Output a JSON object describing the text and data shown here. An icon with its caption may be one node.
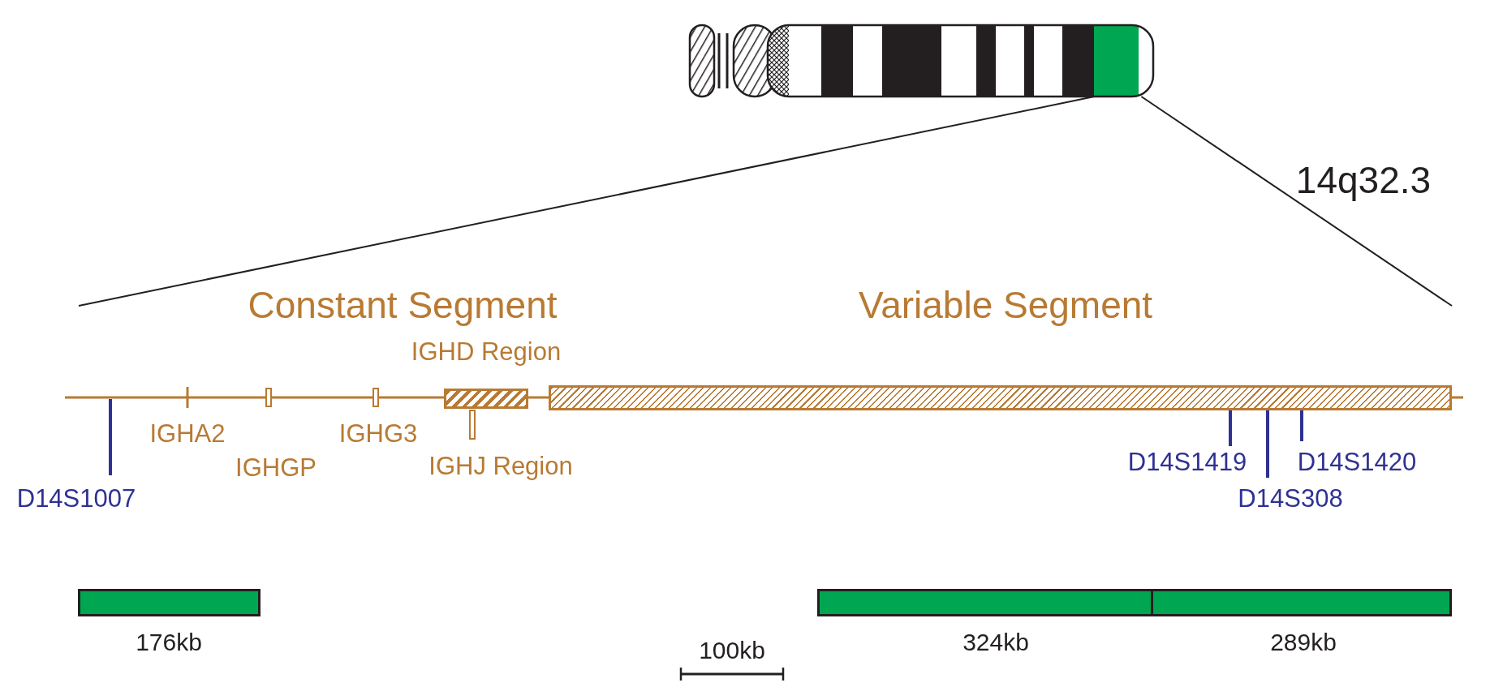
{
  "diagram": {
    "nodes": [
      {
        "text": [],
        "shape": "bar"
      },
      {
        "text": [
          "Variable Segment"
        ]
      },
      {
        "text": [
          "IGHD Region"
        ]
      },
      {
        "text": [
          "176kb"
        ]
      },
      {
        "text": [
          "324kb"
        ]
      },
      {
        "text": [
          "289kb"
        ]
      }
    ],
    "edges": [
      {
        "from": 0,
        "to": null,
        "arrow": "none"
      },
      {
        "from": 0,
        "to": null,
        "arrow": "none"
      },
      {
        "from": 2,
        "to": 1,
        "arrow": "none",
        "color": "#b87a33"
      }
    ],
    "labels": [
      "14q32.3",
      "Constant Segment",
      "IGHA2",
      "IGHGP",
      "IGHG3",
      "IGHJ Region",
      "D14S1007",
      "D14S1419",
      "D14S1420",
      "D14S308",
      "100kb"
    ]
  }
}
